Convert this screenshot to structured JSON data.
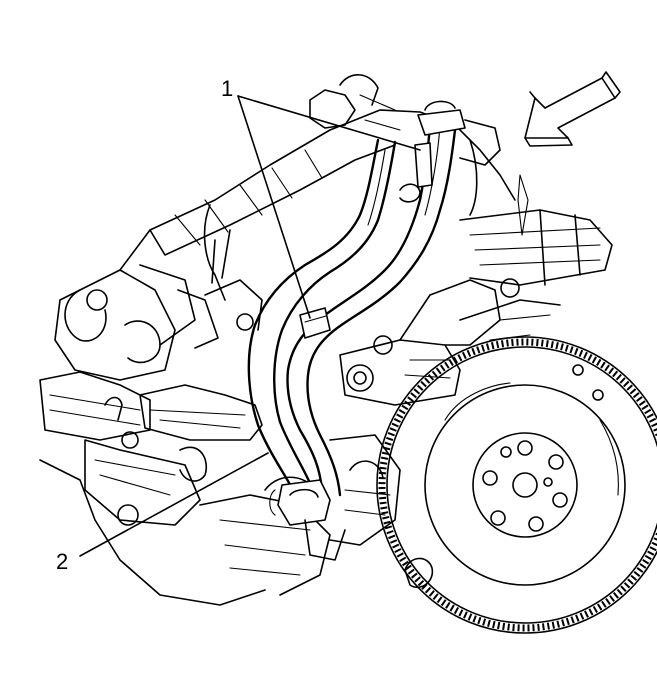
{
  "callouts": [
    {
      "id": "1",
      "label": "1"
    },
    {
      "id": "2",
      "label": "2"
    }
  ],
  "colors": {
    "line": "#000000",
    "background": "#ffffff"
  },
  "icons": {
    "view_arrow": "direction-arrow-icon"
  }
}
